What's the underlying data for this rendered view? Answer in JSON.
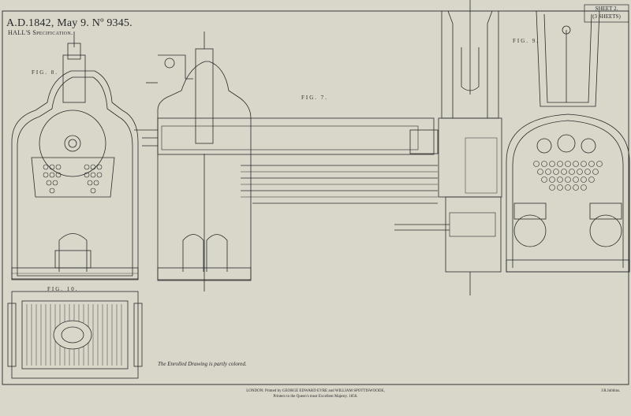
{
  "header": {
    "title": "A.D.1842, May 9. Nº 9345.",
    "specification": "HALL'S Specification."
  },
  "sheet": {
    "number": "SHEET 2.",
    "count": "(3 SHEETS)"
  },
  "figures": {
    "fig8": "FIG. 8.",
    "fig7": "FIG. 7.",
    "fig9": "FIG. 9.",
    "fig10": "FIG. 10."
  },
  "caption": "The Enrolled Drawing is partly colored.",
  "imprint": {
    "line1": "LONDON: Printed by GEORGE EDWARD EYRE and WILLIAM SPOTTISWOODE,",
    "line2": "Printers to the Queen's most Excellent Majesty. 1856."
  },
  "lithographer": "J.R.Jobbins.",
  "colors": {
    "paper": "#d9d6ca",
    "ink": "#2a2a2a"
  }
}
